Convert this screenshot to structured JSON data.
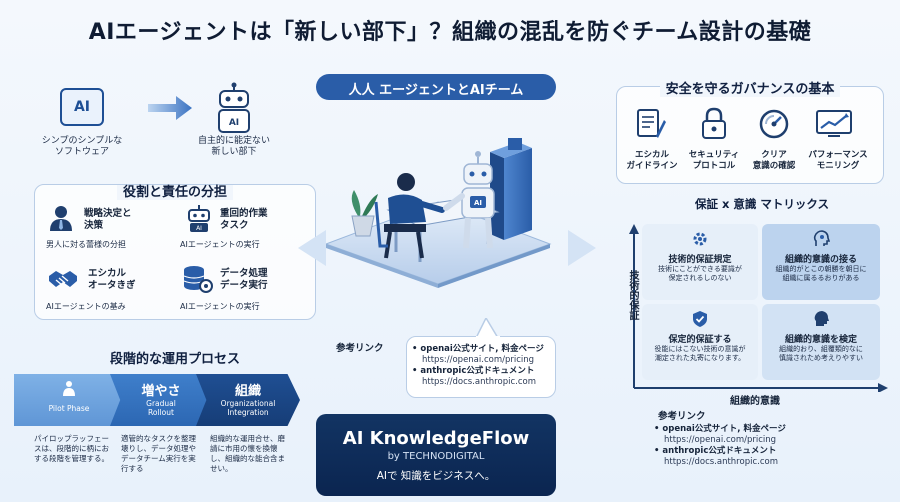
{
  "title": "AIエージェントは「新しい部下」？組織の混乱を防ぐチーム設計の基礎",
  "evolution": {
    "old_icon_text": "AI",
    "old_label": "シンプのシンプルな\nソフトウェア",
    "new_icon_text": "AI",
    "new_label": "自主的に能定ない\n新しい部下"
  },
  "roles": {
    "heading": "役割と責任の分担",
    "items": [
      {
        "title": "戦略決定と\n決策",
        "sub": "男人に対る蕾様の分担",
        "icon": "person-icon"
      },
      {
        "title": "重回的作業\nタスク",
        "sub": "AIエージェントの実行",
        "icon": "robot-icon"
      },
      {
        "title": "エシカル\nオータきぎ",
        "sub": "AIエージェントの基み",
        "icon": "handshake-icon"
      },
      {
        "title": "データ処理\nデータ実行",
        "sub": "AIエージェントの実行",
        "icon": "database-gear-icon"
      }
    ]
  },
  "process": {
    "heading": "段階的な運用プロセス",
    "steps": [
      {
        "big": "",
        "en": "Pilot Phase",
        "desc": "パイロップラッフェースは、段階的に柄におする段階を管理する。"
      },
      {
        "big": "増やさ",
        "en": "Gradual\nRollout",
        "desc": "適管的なタスクを整理壊りし、データ処理やデータチーム実行を実行する"
      },
      {
        "big": "組織",
        "en": "Organizational\nIntegration",
        "desc": "組織的な運用合せ、磨請に市用の懐を換懐し、組織的な能合含ませい。"
      }
    ]
  },
  "center": {
    "pill": "人人 エージェントとAIチーム",
    "robot_chest_text": "AI"
  },
  "center_refs": {
    "label": "参考リンク",
    "items": [
      {
        "name": "openai公式サイト, 料金ページ",
        "url": "https://openai.com/pricing"
      },
      {
        "name": "anthropic公式ドキュメント",
        "url": "https://docs.anthropic.com"
      }
    ]
  },
  "brand": {
    "name": "AI KnowledgeFlow",
    "by": "by TECHNODIGITAL",
    "tagline": "AIで 知識をビジネスへ。"
  },
  "governance": {
    "heading": "安全を守るガバナンスの基本",
    "items": [
      {
        "label": "エシカル\nガイドライン",
        "icon": "document-pen-icon"
      },
      {
        "label": "セキュリティ\nプロトコル",
        "icon": "lock-icon"
      },
      {
        "label": "クリア\n意識の確認",
        "icon": "gauge-icon"
      },
      {
        "label": "パフォーマンス\nモニリング",
        "icon": "trend-chart-icon"
      }
    ]
  },
  "matrix": {
    "heading": "保証 x 意識 マトリックス",
    "y_label": "技術的保証",
    "x_label": "組織的意識",
    "cells": [
      {
        "title": "技術的保証規定",
        "sub": "技術にことができる要識が\n保定されるしのない"
      },
      {
        "title": "組織的意識の接る",
        "sub": "組織的がとこの朝勝を朝日に\n組織に属るるおりがある"
      },
      {
        "title": "保定的保証する",
        "sub": "役能にはこない技術の意識が\n潮定された丸寄になります。"
      },
      {
        "title": "組織的意識を検定",
        "sub": "組織的おり、組覆類的なに\n慎識されため考えりやすい"
      }
    ]
  },
  "right_refs": {
    "label": "参考リンク",
    "items": [
      {
        "name": "openai公式サイト, 料金ページ",
        "url": "https://openai.com/pricing"
      },
      {
        "name": "anthropic公式ドキュメント",
        "url": "https://docs.anthropic.com"
      }
    ]
  },
  "colors": {
    "navy": "#0f2a55",
    "accent": "#2a5da8",
    "light": "#cfe0f3"
  }
}
